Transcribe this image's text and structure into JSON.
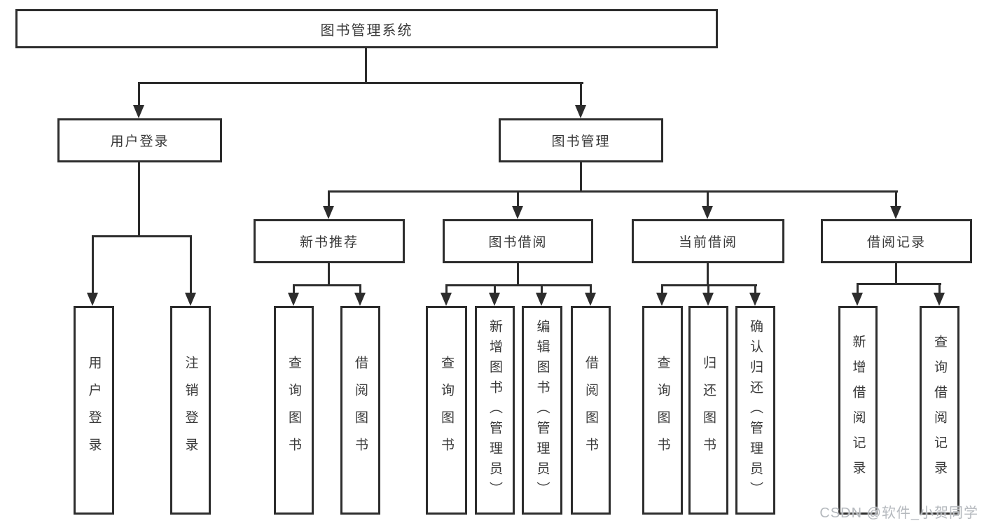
{
  "diagram": {
    "type": "hierarchy-tree",
    "root": {
      "label": "图书管理系统"
    },
    "level2": [
      {
        "label": "用户登录",
        "parent": "图书管理系统"
      },
      {
        "label": "图书管理",
        "parent": "图书管理系统"
      }
    ],
    "level3": [
      {
        "label": "新书推荐",
        "parent": "图书管理"
      },
      {
        "label": "图书借阅",
        "parent": "图书管理"
      },
      {
        "label": "当前借阅",
        "parent": "图书管理"
      },
      {
        "label": "借阅记录",
        "parent": "图书管理"
      }
    ],
    "leaves": [
      {
        "label": "用户登录",
        "parent": "用户登录"
      },
      {
        "label": "注销登录",
        "parent": "用户登录"
      },
      {
        "label": "查询图书",
        "parent": "新书推荐"
      },
      {
        "label": "借阅图书",
        "parent": "新书推荐"
      },
      {
        "label": "查询图书",
        "parent": "图书借阅"
      },
      {
        "label": "新增图书（管理员）",
        "parent": "图书借阅"
      },
      {
        "label": "编辑图书（管理员）",
        "parent": "图书借阅"
      },
      {
        "label": "借阅图书",
        "parent": "图书借阅"
      },
      {
        "label": "查询图书",
        "parent": "当前借阅"
      },
      {
        "label": "归还图书",
        "parent": "当前借阅"
      },
      {
        "label": "确认归还（管理员）",
        "parent": "当前借阅"
      },
      {
        "label": "新增借阅记录",
        "parent": "借阅记录"
      },
      {
        "label": "查询借阅记录",
        "parent": "借阅记录"
      }
    ]
  },
  "watermark": "CSDN @软件_小贺同学",
  "colors": {
    "line": "#2d2d2d",
    "text": "#3a3a3a",
    "background": "#ffffff",
    "watermark": "#b5b9be"
  }
}
